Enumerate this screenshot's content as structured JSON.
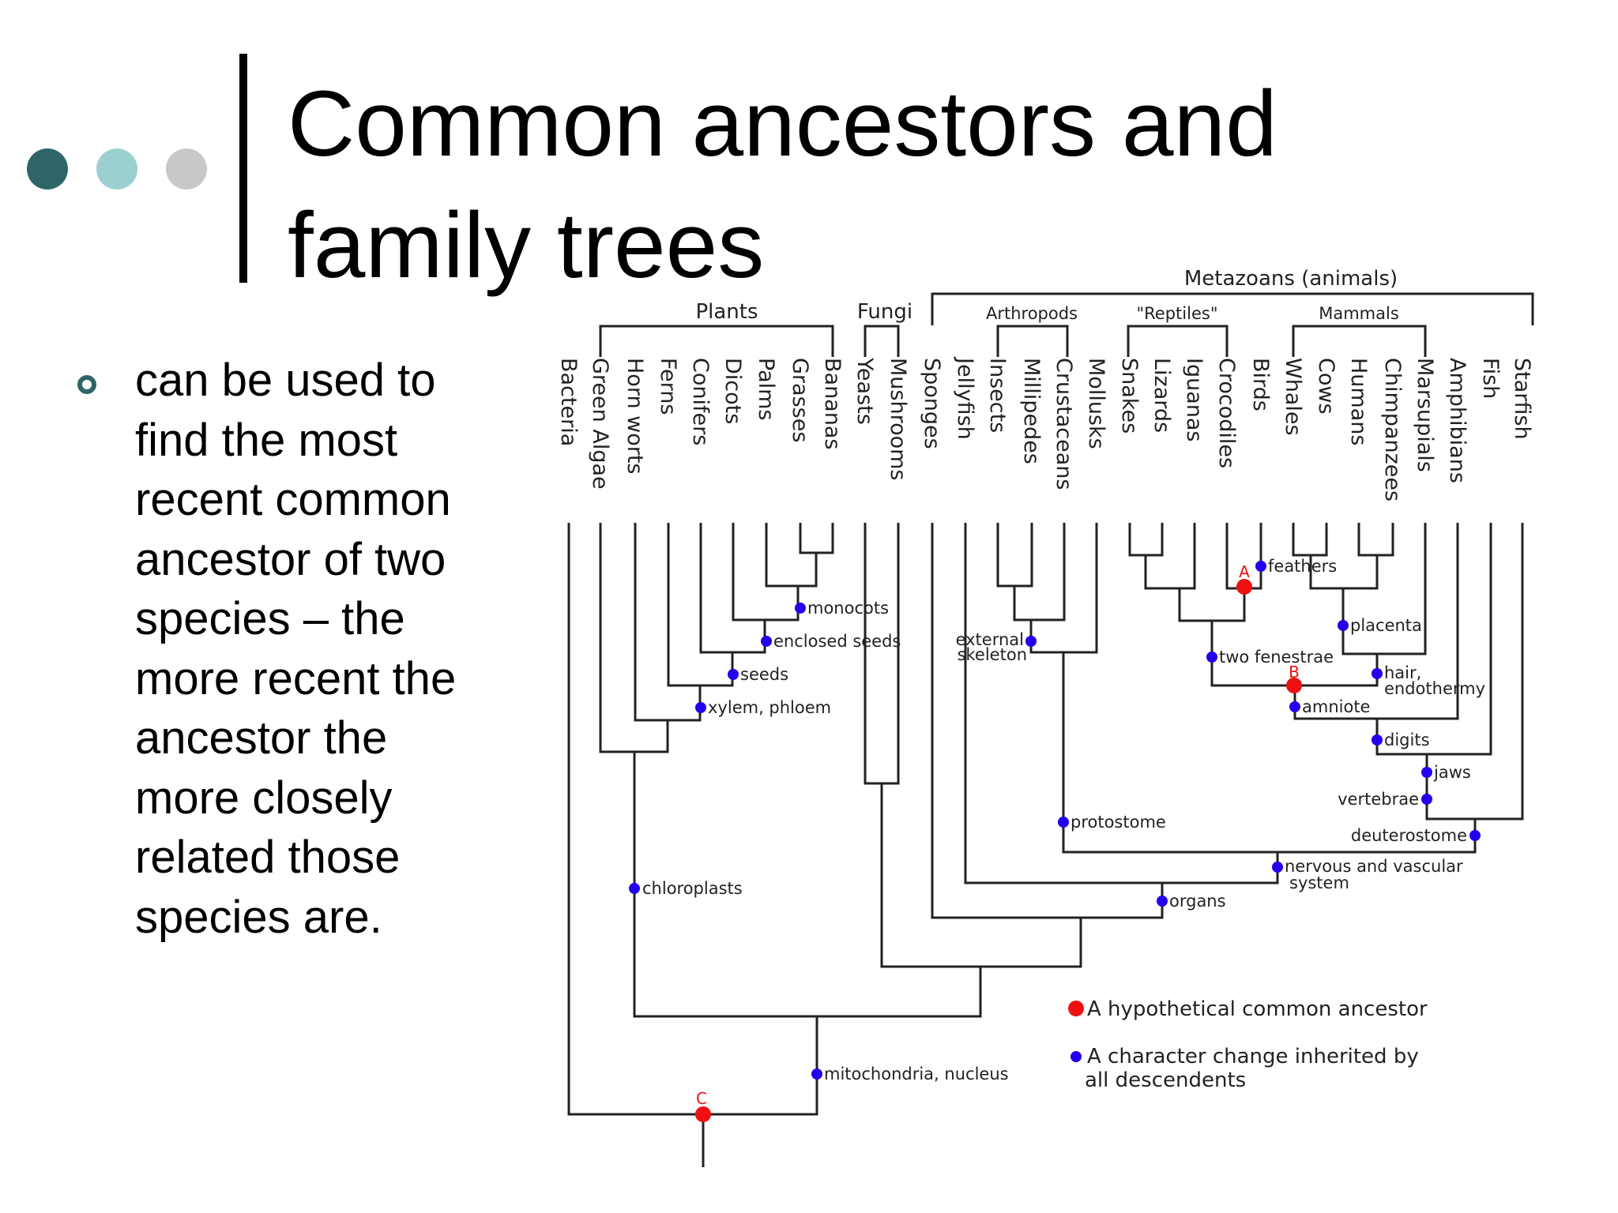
{
  "title": "Common ancestors and family trees",
  "bullet": "can be used to find the most recent common ancestor of two species – the more recent the ancestor the more closely related those species are.",
  "diagram": {
    "groups": {
      "plants": "Plants",
      "fungi": "Fungi",
      "metazoans": "Metazoans (animals)",
      "arthropods": "Arthropods",
      "reptiles": "\"Reptiles\"",
      "mammals": "Mammals"
    },
    "taxa": [
      "Bacteria",
      "Green Algae",
      "Horn worts",
      "Ferns",
      "Conifers",
      "Dicots",
      "Palms",
      "Grasses",
      "Bananas",
      "Yeasts",
      "Mushrooms",
      "Sponges",
      "Jellyfish",
      "Insects",
      "Millipedes",
      "Crustaceans",
      "Mollusks",
      "Snakes",
      "Lizards",
      "Iguanas",
      "Crocodiles",
      "Birds",
      "Whales",
      "Cows",
      "Humans",
      "Chimpanzees",
      "Marsupials",
      "Amphibians",
      "Fish",
      "Starfish"
    ],
    "characters": {
      "monocots": "monocots",
      "enclosed_seeds": "enclosed seeds",
      "seeds": "seeds",
      "xylem": "xylem, phloem",
      "chloroplasts": "chloroplasts",
      "mito": "mitochondria, nucleus",
      "external_1": "external",
      "external_2": "skeleton",
      "protostome": "protostome",
      "organs": "organs",
      "nervous_1": "nervous and vascular",
      "nervous_2": "system",
      "deuterostome": "deuterostome",
      "vertebrae": "vertebrae",
      "jaws": "jaws",
      "digits": "digits",
      "amniote": "amniote",
      "two_fenestrae": "two fenestrae",
      "feathers": "feathers",
      "placenta": "placenta",
      "hair_1": "hair,",
      "hair_2": "endothermy"
    },
    "ancestors": {
      "A": "A",
      "B": "B",
      "C": "C"
    },
    "legend": {
      "ancestor": "A hypothetical common ancestor",
      "change_1": "A character change inherited by",
      "change_2": "all descendents"
    },
    "colors": {
      "ancestor": "#ee1111",
      "character": "#2200ee",
      "line": "#222222"
    }
  }
}
